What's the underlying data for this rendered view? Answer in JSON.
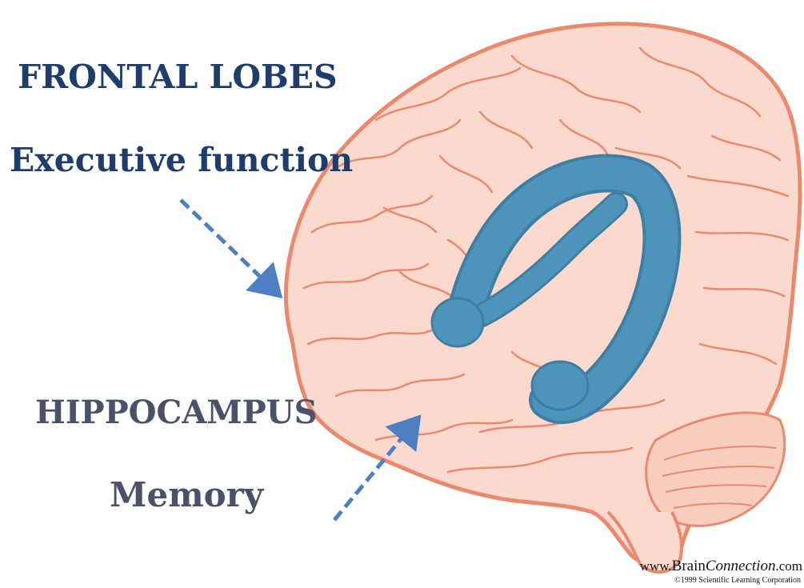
{
  "labels": {
    "frontal_lobes": "FRONTAL LOBES",
    "executive_function": "Executive function",
    "hippocampus": "HIPPOCAMPUS",
    "memory": "Memory"
  },
  "credit": {
    "url_prefix": "www.",
    "url_brand": "Brain",
    "url_brand_italic": "Connection",
    "url_suffix": ".com",
    "copyright": "©1999 Scientific Learning Corporation"
  },
  "colors": {
    "brain_fill": "#fbd9cc",
    "brain_outline": "#e98a6f",
    "hippocampus_fill": "#4d94bb",
    "arrow": "#4f7fc3",
    "frontal_text": "#1f3d6b",
    "hippocampus_text": "#4a5168"
  },
  "icons": {
    "brain": "brain-illustration-icon",
    "hippocampus": "hippocampus-shape-icon",
    "arrow_frontal": "dashed-arrow-icon",
    "arrow_hippocampus": "dashed-arrow-icon"
  }
}
